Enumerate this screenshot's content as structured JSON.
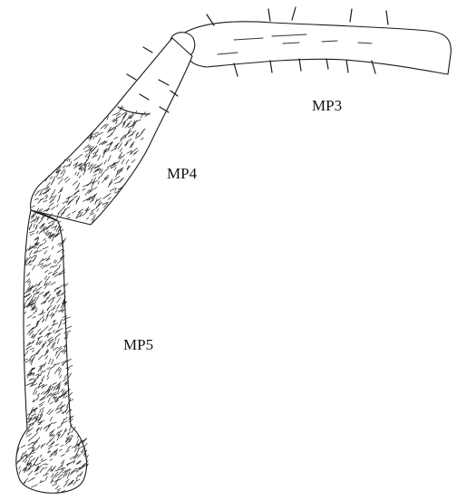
{
  "figure": {
    "segments": [
      {
        "id": "mp3",
        "label": "MP3"
      },
      {
        "id": "mp4",
        "label": "MP4"
      },
      {
        "id": "mp5",
        "label": "MP5"
      }
    ]
  }
}
